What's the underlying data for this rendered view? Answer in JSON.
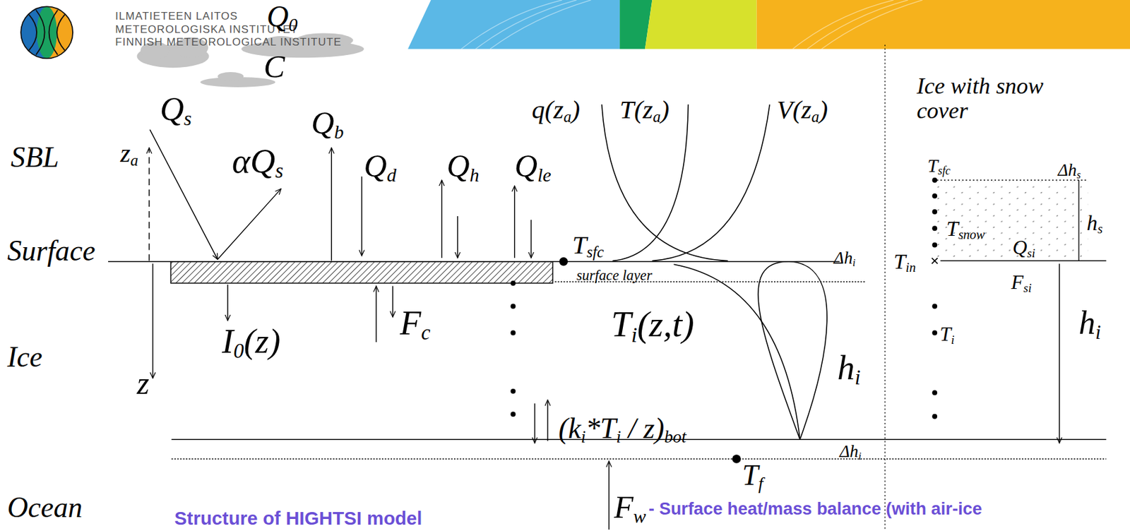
{
  "diagram": {
    "caption": "Structure of HIGHTSI model",
    "labels": [
      "ILMATIETEEN LAITOS",
      "METEOROLOGISKA INSTITUTET",
      "FINNISH METEOROLOGICAL INSTITUTE",
      "Q0",
      "C",
      "Qs",
      "za",
      "SBL",
      "αQs",
      "Qb",
      "Qd",
      "Qh",
      "Qle",
      "q(za)",
      "T(za)",
      "V(za)",
      "Surface",
      "Tsfc",
      "surface layer",
      "Δhi",
      "I0(z)",
      "Fc",
      "Ti(z,t)",
      "hi",
      "Ice",
      "z",
      "(ki*Ti / z)bot",
      "Δhi",
      "Tf",
      "Fw",
      "Ocean",
      "- Surface heat/mass balance (with air-ice",
      "Ice with snow cover",
      "Tsfc",
      "Δhs",
      "hs",
      "Tsnow",
      "Tin",
      "Qsi",
      "Fsi",
      "hi",
      "Ti"
    ]
  }
}
